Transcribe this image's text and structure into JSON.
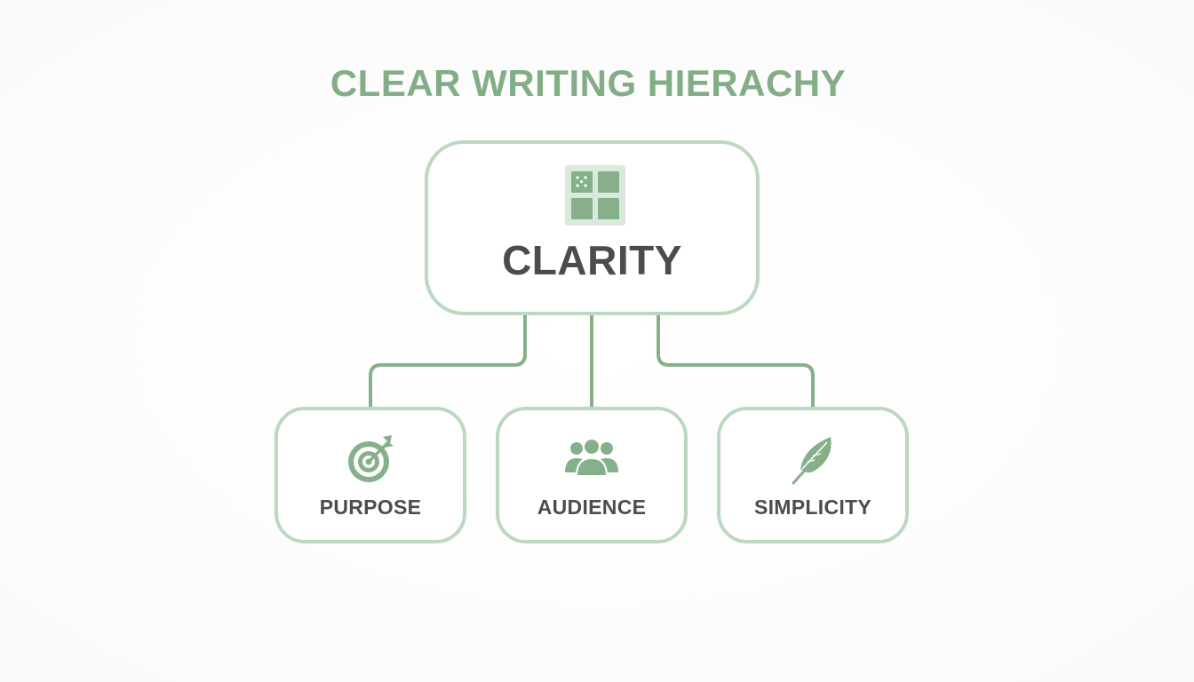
{
  "diagram": {
    "title": "CLEAR WRITING HIERACHY",
    "root": {
      "label": "CLARITY",
      "icon": "grid-icon"
    },
    "children": [
      {
        "label": "PURPOSE",
        "icon": "target-icon"
      },
      {
        "label": "AUDIENCE",
        "icon": "people-icon"
      },
      {
        "label": "SIMPLICITY",
        "icon": "feather-icon"
      }
    ]
  },
  "colors": {
    "accent": "#82ad86",
    "box_border": "#bcd8c0",
    "connector": "#86b08a",
    "label_text": "#4c4c4c",
    "background": "#fdfefd"
  }
}
